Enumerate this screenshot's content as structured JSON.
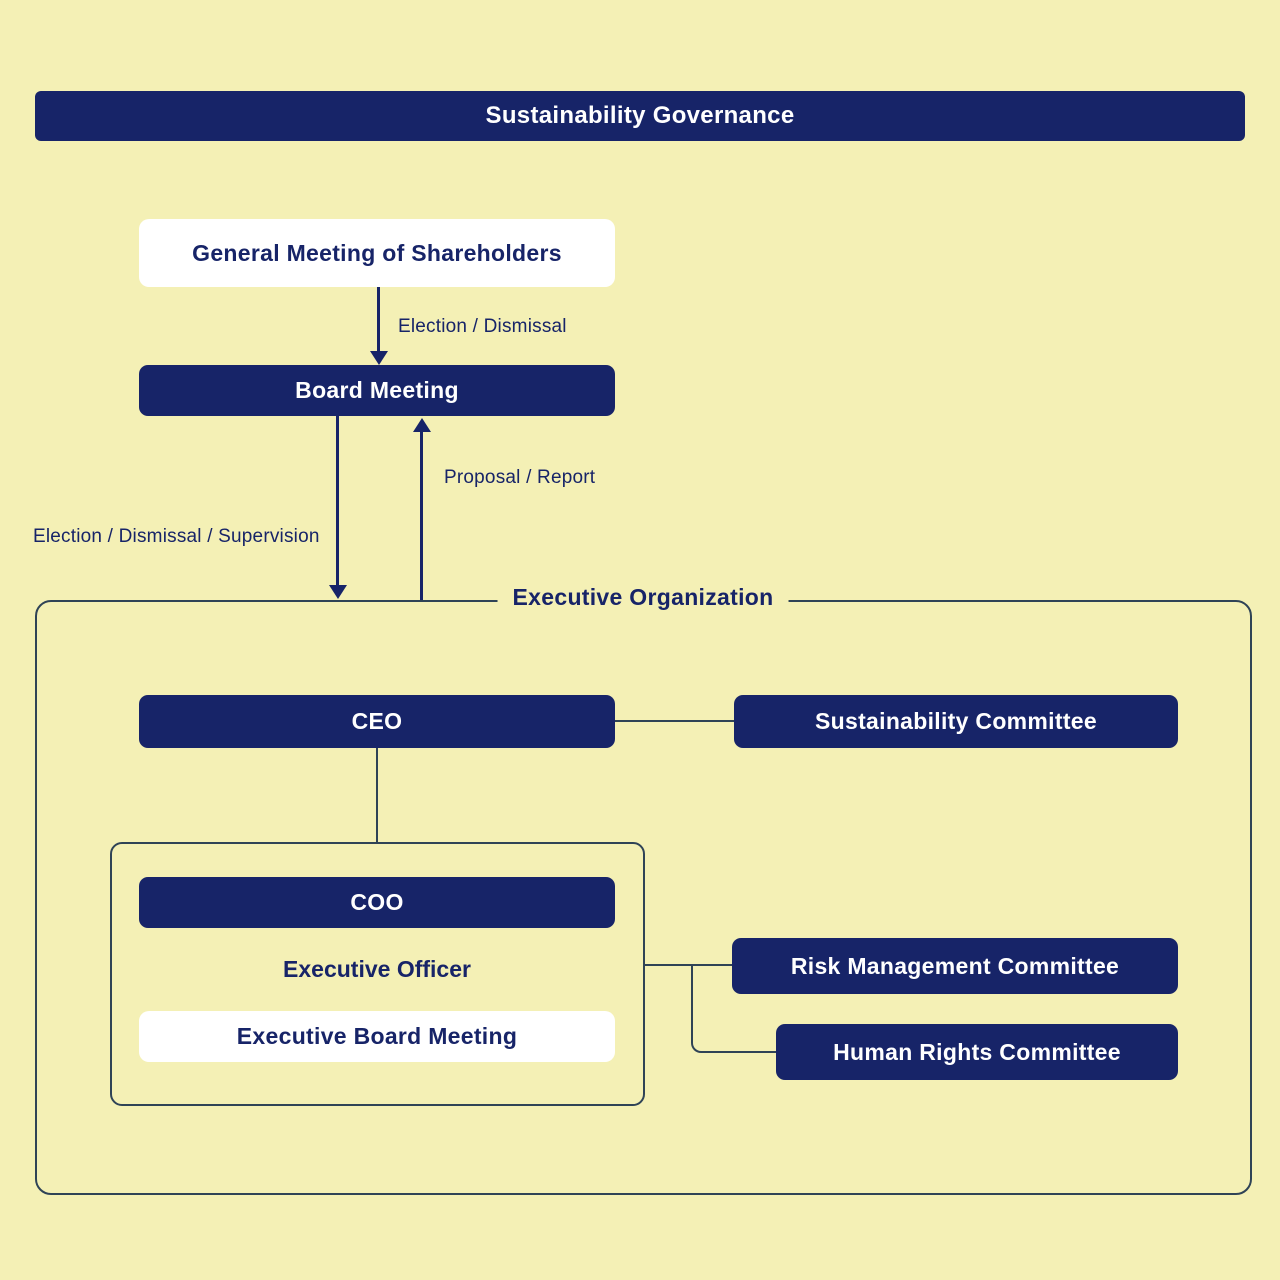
{
  "diagram": {
    "title": "Sustainability Governance",
    "nodes": {
      "shareholders": {
        "label": "General Meeting of Shareholders"
      },
      "board": {
        "label": "Board Meeting"
      },
      "executive_organization": {
        "label": "Executive Organization"
      },
      "ceo": {
        "label": "CEO"
      },
      "sustainability_committee": {
        "label": "Sustainability Committee"
      },
      "coo": {
        "label": "COO"
      },
      "executive_officer": {
        "label": "Executive Officer"
      },
      "executive_board_meeting": {
        "label": "Executive Board Meeting"
      },
      "risk_management_committee": {
        "label": "Risk Management Committee"
      },
      "human_rights_committee": {
        "label": "Human Rights Committee"
      }
    },
    "edges": {
      "election_dismissal": {
        "label": "Election / Dismissal"
      },
      "election_dismissal_supervision": {
        "label": "Election / Dismissal / Supervision"
      },
      "proposal_report": {
        "label": "Proposal / Report"
      }
    },
    "colors": {
      "background": "#f4f0b5",
      "navy": "#172468",
      "line": "#2f4356",
      "white": "#ffffff"
    }
  }
}
